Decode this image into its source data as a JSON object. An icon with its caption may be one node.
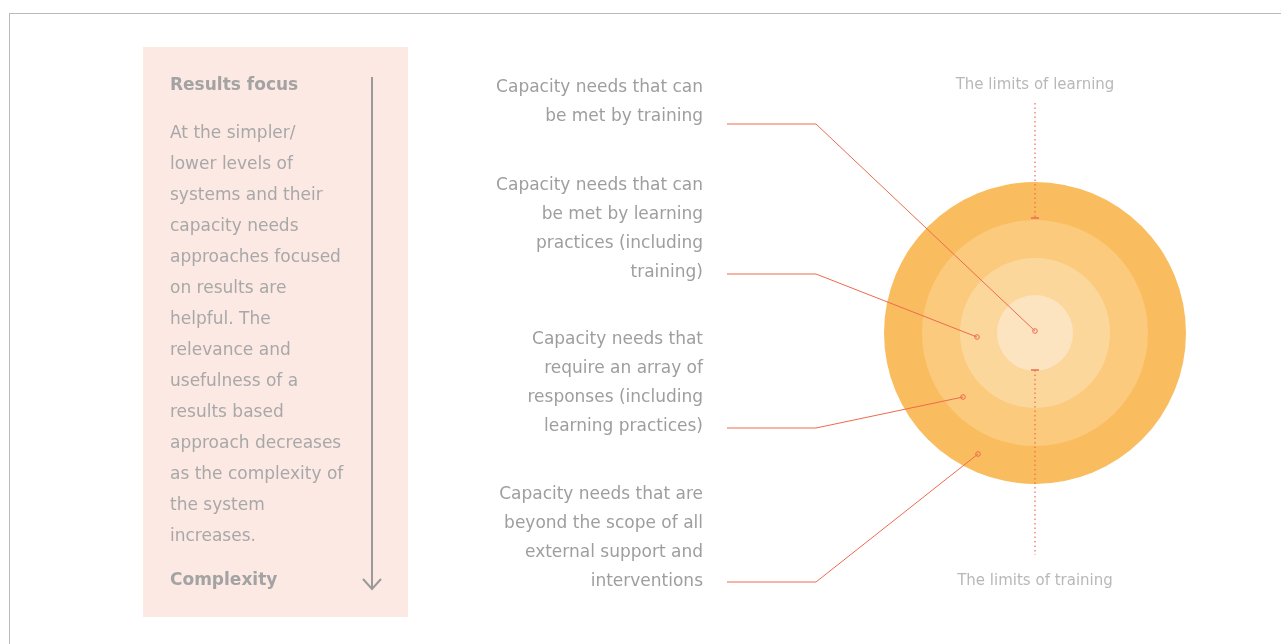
{
  "diagram": {
    "nodes": [
      {
        "text": [
          "Results focus",
          "At the simpler/ lower levels of systems and their capacity needs approaches focused on results are helpful. The relevance and usefulness of a results based approach decreases as the complexity of the system increases.",
          "Complexity"
        ]
      },
      {
        "text": [
          "Capacity needs that can be met by training"
        ]
      },
      {
        "text": [
          "Capacity needs that can be met by learning practices (including training)"
        ]
      },
      {
        "text": [
          "Capacity needs that require an array of responses (including learning practices)"
        ]
      },
      {
        "text": [
          "Capacity needs that are beyond the scope of all external support and interventions"
        ]
      },
      {
        "text": [],
        "shape": "circle"
      },
      {
        "text": [],
        "shape": "circle",
        "in": 5
      },
      {
        "text": [],
        "shape": "circle",
        "in": 6
      },
      {
        "text": [],
        "shape": "circle",
        "in": 7
      }
    ],
    "edges": [
      {
        "from": 1,
        "to": 8,
        "arrow": "other"
      },
      {
        "from": 2,
        "to": 7,
        "arrow": "other"
      },
      {
        "from": 3,
        "to": 6,
        "arrow": "other"
      },
      {
        "from": 4,
        "to": 5,
        "arrow": "other"
      }
    ],
    "labels": [
      "The limits of learning",
      "The limits of training"
    ]
  }
}
